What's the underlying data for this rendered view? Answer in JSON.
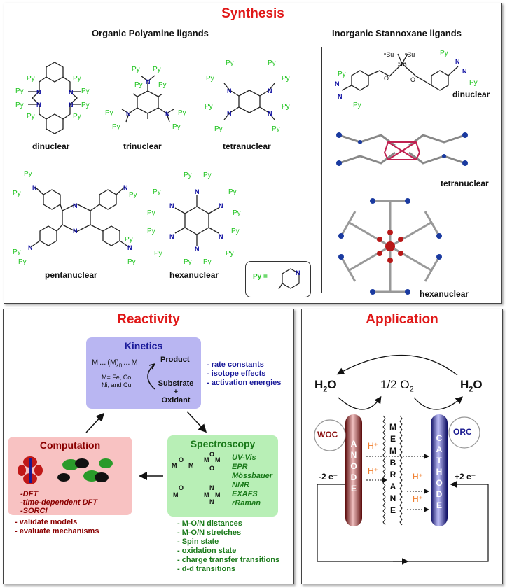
{
  "synthesis": {
    "title": "Synthesis",
    "organic_header": "Organic Polyamine ligands",
    "inorganic_header": "Inorganic Stannoxane ligands",
    "organic_labels": [
      "dinuclear",
      "trinuclear",
      "tetranuclear",
      "pentanuclear",
      "hexanuclear"
    ],
    "inorganic_labels": [
      "dinuclear",
      "tetranuclear",
      "hexanuclear"
    ],
    "py_key": "Py =",
    "py_label": "Py",
    "n_label": "N",
    "sn_label": "Sn",
    "bu_label": "ⁿBu",
    "o_label": "O"
  },
  "reactivity": {
    "title": "Reactivity",
    "kinetics": {
      "title": "Kinetics",
      "formula_m1": "M",
      "formula_mid": "(M)",
      "formula_sub": "n",
      "formula_m2": "M",
      "metals": [
        "M= Fe, Co,",
        "Ni, and Cu"
      ],
      "product": "Product",
      "substrate": [
        "Substrate",
        "+",
        "Oxidant"
      ],
      "points": [
        "- rate constants",
        "- isotope effects",
        "- activation energies"
      ]
    },
    "spectroscopy": {
      "title": "Spectroscopy",
      "methods": [
        "UV-Vis",
        "EPR",
        "Mössbauer",
        "NMR",
        "EXAFS",
        "rRaman"
      ],
      "points": [
        "- M-O/N distances",
        "- M-O/N stretches",
        "- Spin state",
        "- oxidation state",
        "- charge transfer transitions",
        "- d-d transitions"
      ]
    },
    "computation": {
      "title": "Computation",
      "methods": [
        "-DFT",
        "-time-dependent DFT",
        "-SORCI"
      ],
      "points": [
        "- validate models",
        "- evaluate mechanisms"
      ]
    },
    "colors": {
      "kinetics_bg": "#b9b6f2",
      "spectroscopy_bg": "#b8efb6",
      "computation_bg": "#f8c2c2",
      "kinetics_text": "#1a1a9a",
      "spectroscopy_text": "#1a7a1a",
      "computation_text": "#8a0000"
    }
  },
  "application": {
    "title": "Application",
    "h2o_left": "H",
    "h2o_right": "H",
    "o2": "1/2 O",
    "woc": "WOC",
    "orc": "ORC",
    "anode": [
      "A",
      "N",
      "O",
      "D",
      "E"
    ],
    "cathode": [
      "C",
      "A",
      "T",
      "H",
      "O",
      "D",
      "E"
    ],
    "membrane": [
      "M",
      "E",
      "M",
      "B",
      "R",
      "A",
      "N",
      "E"
    ],
    "hplus": "H⁺",
    "minus_electrons": "-2 e⁻",
    "plus_electrons": "+2 e⁻",
    "colors": {
      "anode": "#9a1c1c",
      "cathode": "#1a1aa0",
      "hplus": "#f08030",
      "woc": "#8a1010",
      "orc": "#1a1a90"
    }
  }
}
